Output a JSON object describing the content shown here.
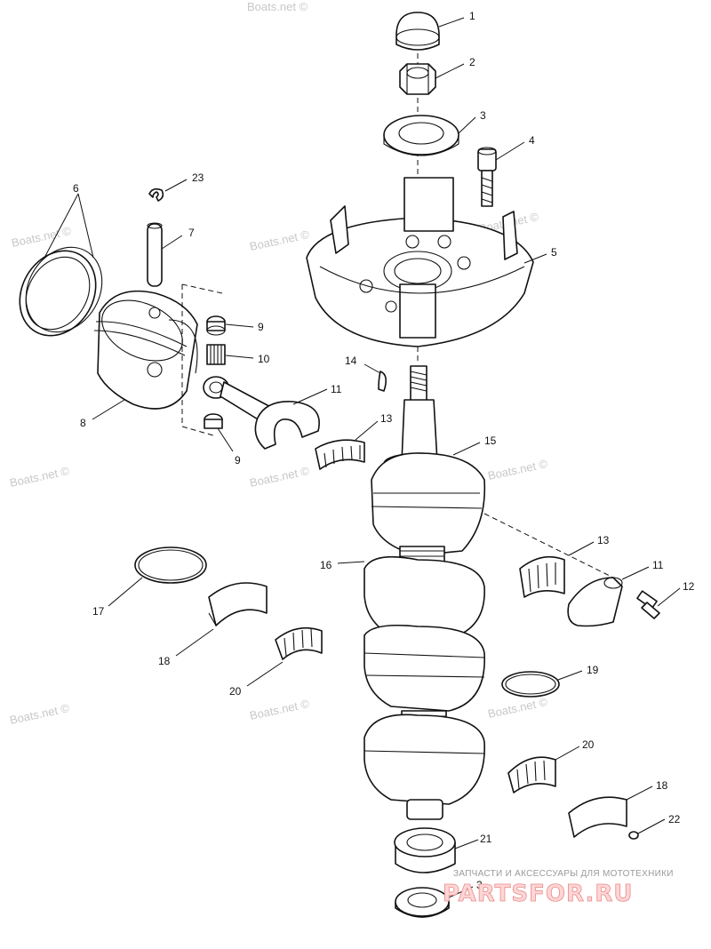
{
  "callouts": [
    "1",
    "2",
    "3",
    "4",
    "5",
    "6",
    "7",
    "8",
    "9",
    "9",
    "10",
    "11",
    "11",
    "12",
    "13",
    "13",
    "14",
    "15",
    "16",
    "17",
    "18",
    "18",
    "19",
    "20",
    "20",
    "21",
    "22",
    "23",
    "3"
  ],
  "watermark": "Boats.net ©",
  "brand": {
    "tagline": "ЗАПЧАСТИ И АКСЕССУАРЫ ДЛЯ МОТОТЕХНИКИ",
    "name": "PARTSFOR.RU"
  }
}
